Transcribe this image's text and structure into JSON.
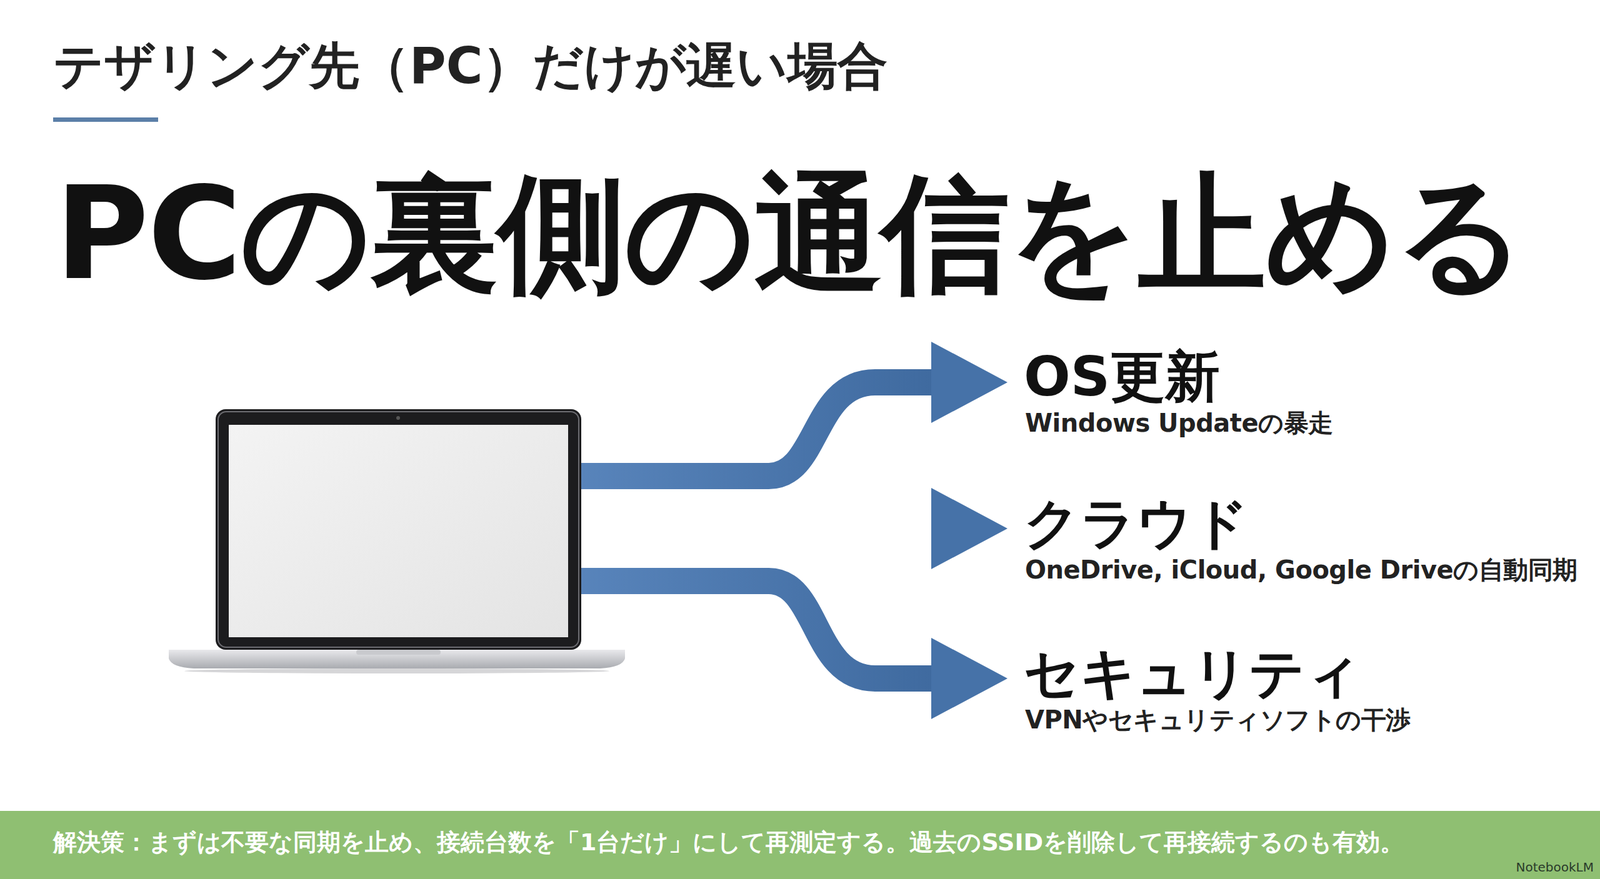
{
  "diagram": {
    "title": "テザリング先（PC）だけが遅い場合",
    "nodes": [
      {
        "text": [
          "解決策：まずは不要な同期を止め、接続台数を「1台だけ」にして再測定する。過去のSSIDを削除して再接続するのも有効。"
        ]
      }
    ],
    "labels": [
      "PCの裏側の通信を止める",
      "OS更新",
      "Windows Updateの暴走",
      "クラウド",
      "OneDrive, iCloud, Google Driveの自動同期",
      "セキュリティ",
      "VPNやセキュリティソフトの干渉",
      "NotebookLM"
    ]
  }
}
